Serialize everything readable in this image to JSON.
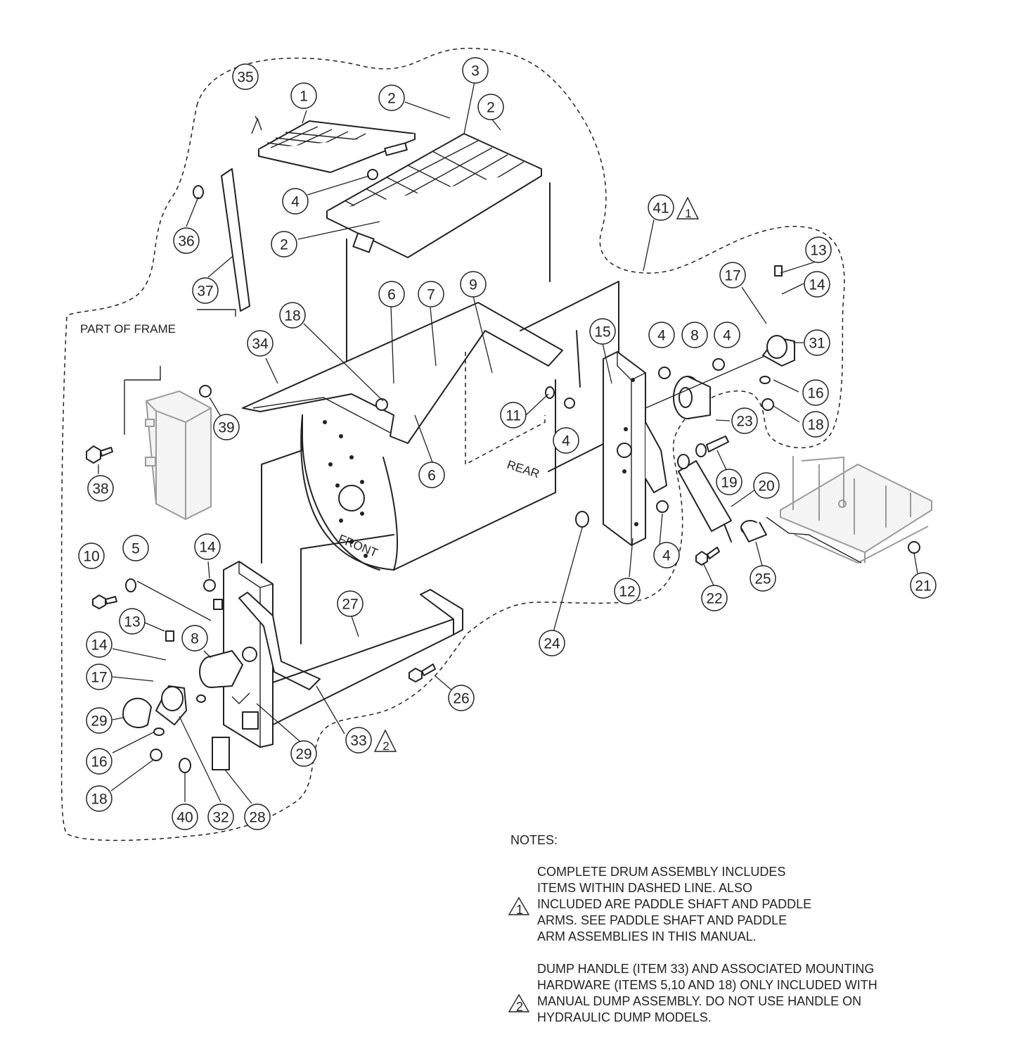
{
  "labels": {
    "part_of_frame": "PART OF FRAME",
    "rear": "REAR",
    "front": "FRONT"
  },
  "callouts": [
    {
      "id": "35",
      "num": "35"
    },
    {
      "id": "1",
      "num": "1"
    },
    {
      "id": "2a",
      "num": "2"
    },
    {
      "id": "3",
      "num": "3"
    },
    {
      "id": "2b",
      "num": "2"
    },
    {
      "id": "4a",
      "num": "4"
    },
    {
      "id": "36",
      "num": "36"
    },
    {
      "id": "2c",
      "num": "2"
    },
    {
      "id": "41",
      "num": "41",
      "note": "1"
    },
    {
      "id": "37",
      "num": "37"
    },
    {
      "id": "13a",
      "num": "13"
    },
    {
      "id": "17a",
      "num": "17"
    },
    {
      "id": "14a",
      "num": "14"
    },
    {
      "id": "6a",
      "num": "6"
    },
    {
      "id": "7",
      "num": "7"
    },
    {
      "id": "9",
      "num": "9"
    },
    {
      "id": "18a",
      "num": "18"
    },
    {
      "id": "15",
      "num": "15"
    },
    {
      "id": "4b",
      "num": "4"
    },
    {
      "id": "8a",
      "num": "8"
    },
    {
      "id": "4c",
      "num": "4"
    },
    {
      "id": "34",
      "num": "34"
    },
    {
      "id": "31",
      "num": "31"
    },
    {
      "id": "16a",
      "num": "16"
    },
    {
      "id": "39",
      "num": "39"
    },
    {
      "id": "11",
      "num": "11"
    },
    {
      "id": "23",
      "num": "23"
    },
    {
      "id": "18b",
      "num": "18"
    },
    {
      "id": "4d",
      "num": "4"
    },
    {
      "id": "6b",
      "num": "6"
    },
    {
      "id": "19",
      "num": "19"
    },
    {
      "id": "38",
      "num": "38"
    },
    {
      "id": "20",
      "num": "20"
    },
    {
      "id": "10",
      "num": "10"
    },
    {
      "id": "5",
      "num": "5"
    },
    {
      "id": "14b",
      "num": "14"
    },
    {
      "id": "4e",
      "num": "4"
    },
    {
      "id": "25",
      "num": "25"
    },
    {
      "id": "12",
      "num": "12"
    },
    {
      "id": "22",
      "num": "22"
    },
    {
      "id": "21",
      "num": "21"
    },
    {
      "id": "27",
      "num": "27"
    },
    {
      "id": "13b",
      "num": "13"
    },
    {
      "id": "8b",
      "num": "8"
    },
    {
      "id": "24",
      "num": "24"
    },
    {
      "id": "14c",
      "num": "14"
    },
    {
      "id": "17b",
      "num": "17"
    },
    {
      "id": "26",
      "num": "26"
    },
    {
      "id": "29a",
      "num": "29"
    },
    {
      "id": "33",
      "num": "33",
      "note": "2"
    },
    {
      "id": "16b",
      "num": "16"
    },
    {
      "id": "29b",
      "num": "29"
    },
    {
      "id": "18c",
      "num": "18"
    },
    {
      "id": "40",
      "num": "40"
    },
    {
      "id": "32",
      "num": "32"
    },
    {
      "id": "28",
      "num": "28"
    }
  ],
  "notes": {
    "heading": "NOTES:",
    "items": [
      {
        "marker": "1",
        "lines": [
          "COMPLETE DRUM ASSEMBLY INCLUDES",
          "ITEMS WITHIN DASHED LINE. ALSO",
          "INCLUDED ARE PADDLE SHAFT AND PADDLE",
          "ARMS. SEE PADDLE SHAFT AND PADDLE",
          "ARM ASSEMBLIES IN THIS MANUAL."
        ]
      },
      {
        "marker": "2",
        "lines": [
          "DUMP HANDLE (ITEM 33) AND ASSOCIATED MOUNTING",
          "HARDWARE (ITEMS 5,10 AND 18) ONLY INCLUDED WITH",
          "MANUAL DUMP ASSEMBLY.  DO NOT USE HANDLE ON",
          "HYDRAULIC DUMP MODELS."
        ]
      }
    ]
  }
}
